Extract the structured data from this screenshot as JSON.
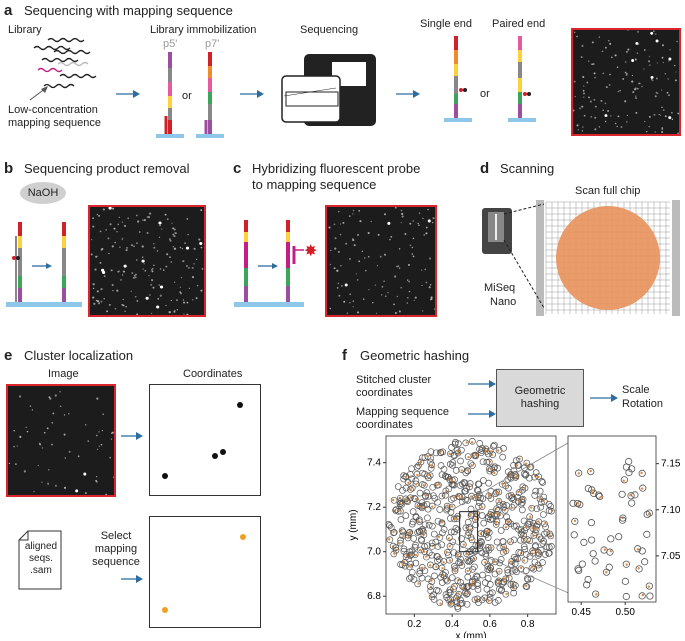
{
  "panel_a": {
    "letter": "a",
    "title": "Sequencing with mapping sequence",
    "library": "Library",
    "low_conc": "Low-concentration mapping sequence",
    "immobilization": "Library immobilization",
    "p5": "p5'",
    "p7": "p7'",
    "or1": "or",
    "sequencing": "Sequencing",
    "single_end": "Single end",
    "or2": "or",
    "paired_end": "Paired end"
  },
  "panel_b": {
    "letter": "b",
    "title": "Sequencing product removal",
    "naoh": "NaOH"
  },
  "panel_c": {
    "letter": "c",
    "title_l1": "Hybridizing fluorescent probe",
    "title_l2": "to mapping sequence"
  },
  "panel_d": {
    "letter": "d",
    "title": "Scanning",
    "scan_full": "Scan full chip",
    "miseq": "MiSeq",
    "nano": "Nano"
  },
  "panel_e": {
    "letter": "e",
    "title": "Cluster localization",
    "image": "Image",
    "coordinates": "Coordinates",
    "select": "Select mapping sequence",
    "file_l1": "aligned",
    "file_l2": "seqs.",
    "file_l3": ".sam"
  },
  "panel_f": {
    "letter": "f",
    "title": "Geometric hashing",
    "stitched": "Stitched cluster coordinates",
    "mapping": "Mapping sequence coordinates",
    "ghash_l1": "Geometric",
    "ghash_l2": "hashing",
    "scale": "Scale",
    "rotation": "Rotation"
  },
  "chart_data": [
    {
      "type": "scatter",
      "xlabel": "x (mm)",
      "ylabel": "y (mm)",
      "xlim": [
        0.05,
        0.95
      ],
      "ylim": [
        6.72,
        7.52
      ],
      "xticks": [
        "0.2",
        "0.4",
        "0.6",
        "0.8"
      ],
      "yticks": [
        "6.8",
        "7.0",
        "7.2",
        "7.4"
      ],
      "series": [
        {
          "marker": "open circle",
          "color": "#555555"
        },
        {
          "marker": "dot",
          "color": "#e08a3c"
        }
      ]
    },
    {
      "type": "scatter",
      "xlim": [
        0.435,
        0.535
      ],
      "ylim": [
        7.0,
        7.18
      ],
      "xticks": [
        "0.45",
        "0.50"
      ],
      "yticks": [
        "7.05",
        "7.10",
        "7.15"
      ],
      "series": [
        {
          "marker": "open circle",
          "color": "#555555"
        },
        {
          "marker": "dot",
          "color": "#e08a3c"
        }
      ]
    },
    {
      "type": "scatter",
      "title": "Coordinates",
      "points": [
        [
          0.85,
          0.85
        ],
        [
          0.68,
          0.38
        ],
        [
          0.6,
          0.34
        ],
        [
          0.1,
          0.14
        ]
      ],
      "color": "#111111"
    },
    {
      "type": "scatter",
      "points": [
        [
          0.88,
          0.85
        ],
        [
          0.1,
          0.12
        ]
      ],
      "color": "#f0a020"
    }
  ]
}
